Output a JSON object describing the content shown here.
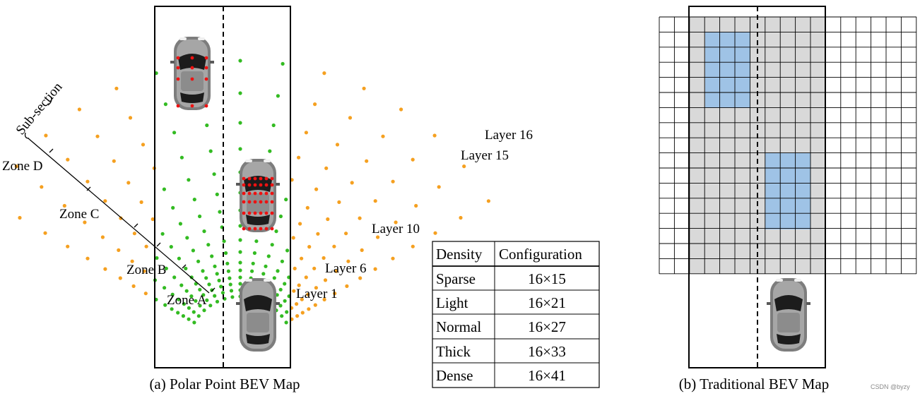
{
  "left_panel": {
    "caption": "(a) Polar Point BEV Map",
    "sub_section_label": "Sub-section",
    "zone_labels": [
      "Zone A",
      "Zone B",
      "Zone C",
      "Zone D"
    ],
    "layer_labels": [
      "Layer 1",
      "Layer 6",
      "Layer 10",
      "Layer 15",
      "Layer 16"
    ],
    "colors": {
      "near_points": "#33bb22",
      "far_points": "#f5a020",
      "vehicle_points": "#ee1111",
      "boundary": "#000000"
    }
  },
  "density_table": {
    "headers": [
      "Density",
      "Configuration"
    ],
    "rows": [
      [
        "Sparse",
        "16×15"
      ],
      [
        "Light",
        "16×21"
      ],
      [
        "Normal",
        "16×27"
      ],
      [
        "Thick",
        "16×33"
      ],
      [
        "Dense",
        "16×41"
      ]
    ]
  },
  "right_panel": {
    "caption": "(b) Traditional BEV Map",
    "colors": {
      "road": "#d9d9d9",
      "occupied": "#9fc3e6",
      "grid": "#000000"
    }
  },
  "watermark": "CSDN @byzy"
}
